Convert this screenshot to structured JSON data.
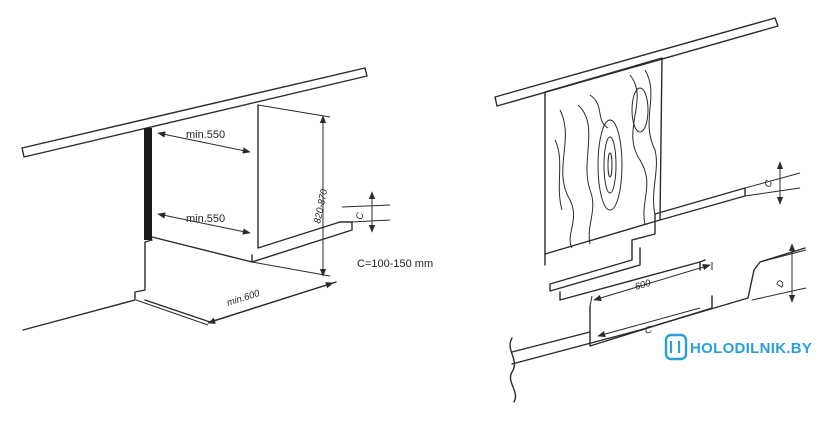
{
  "left_figure": {
    "label_top_width": "min.550",
    "label_depth": "min.550",
    "label_height": "820-870",
    "label_c": "C",
    "label_c_range": "C=100-150 mm",
    "label_bottom_width": "min.600"
  },
  "right_figure": {
    "label_c": "C",
    "label_d": "D",
    "label_600": "600",
    "label_c_lower": "C"
  },
  "brand": {
    "name": "HOLODILNIK.BY",
    "color": "#2aa0d8"
  }
}
